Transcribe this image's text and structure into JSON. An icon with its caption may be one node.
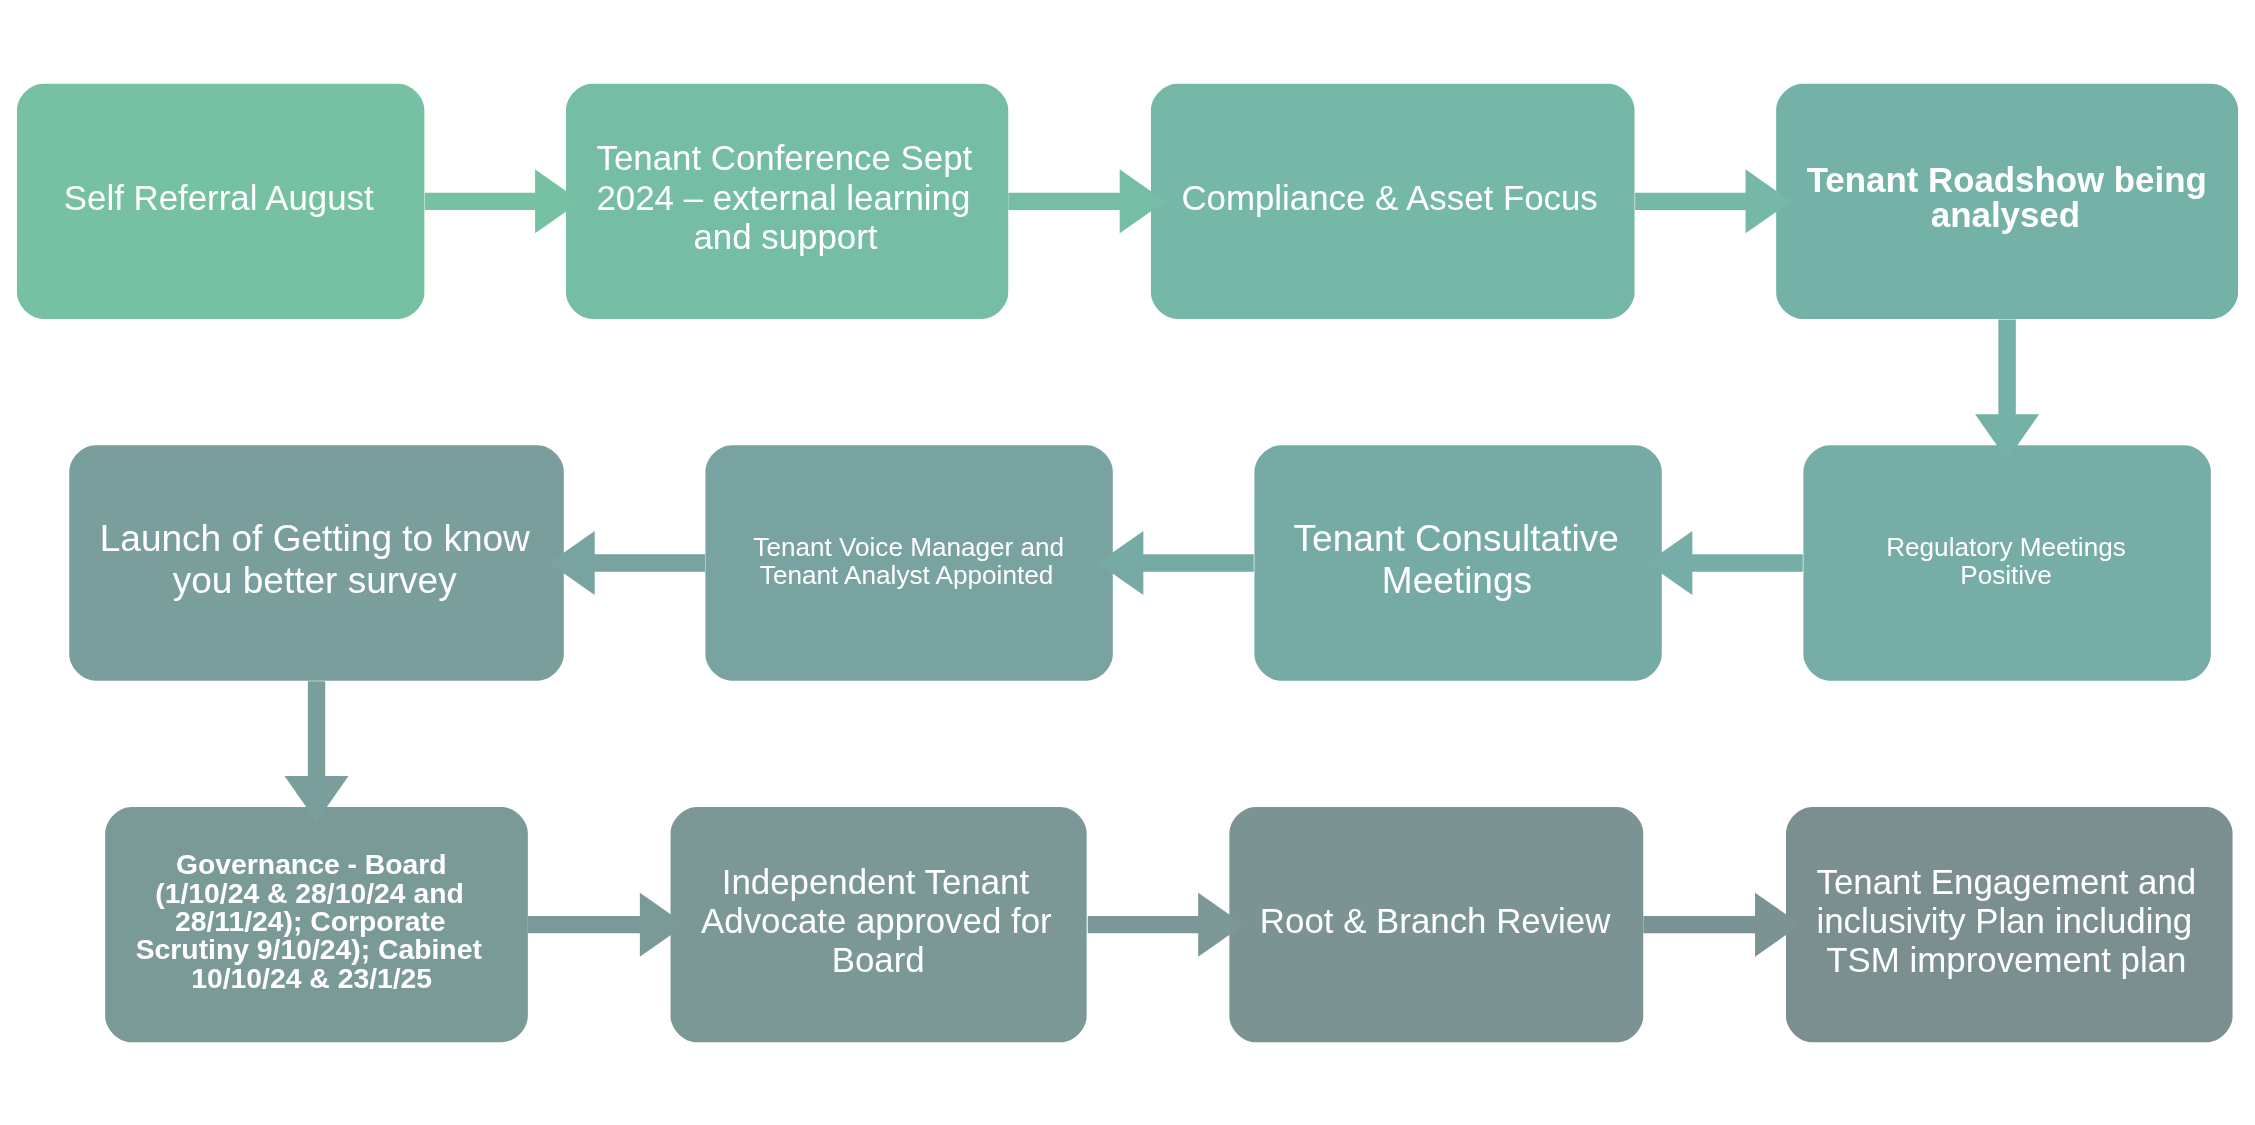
{
  "diagram": {
    "nodes": [
      {
        "text": [
          "Self Referral August"
        ]
      },
      {
        "text": [
          "Tenant Conference Sept 2024 – external learning and support"
        ]
      },
      {
        "text": [
          "Compliance & Asset Focus"
        ]
      },
      {
        "text": [
          "Tenant Roadshow being analysed"
        ]
      },
      {
        "text": [
          "Regulatory Meetings Positive"
        ]
      },
      {
        "text": [
          "Tenant Consultative Meetings"
        ]
      },
      {
        "text": [
          "Tenant Voice Manager and Tenant Analyst Appointed"
        ]
      },
      {
        "text": [
          "Launch of Getting to know you better survey"
        ]
      },
      {
        "text": [
          "Governance - Board (1/10/24 & 28/10/24 and 28/11/24); Corporate Scrutiny 9/10/24); Cabinet 10/10/24 & 23/1/25"
        ]
      },
      {
        "text": [
          "Independent Tenant Advocate approved for Board"
        ]
      },
      {
        "text": [
          "Root & Branch Review"
        ]
      },
      {
        "text": [
          "Tenant Engagement and inclusivity Plan including TSM improvement plan"
        ]
      }
    ],
    "edges": [
      {
        "from": 0,
        "to": 1,
        "arrow": "to"
      },
      {
        "from": 1,
        "to": 2,
        "arrow": "to"
      },
      {
        "from": 2,
        "to": 3,
        "arrow": "to"
      },
      {
        "from": 3,
        "to": 4,
        "arrow": "to"
      },
      {
        "from": 4,
        "to": 5,
        "arrow": "to"
      },
      {
        "from": 5,
        "to": 6,
        "arrow": "to"
      },
      {
        "from": 6,
        "to": 7,
        "arrow": "to"
      },
      {
        "from": 7,
        "to": 8,
        "arrow": "to"
      },
      {
        "from": 8,
        "to": 9,
        "arrow": "to"
      },
      {
        "from": 9,
        "to": 10,
        "arrow": "to"
      },
      {
        "from": 10,
        "to": 11,
        "arrow": "to"
      }
    ]
  }
}
